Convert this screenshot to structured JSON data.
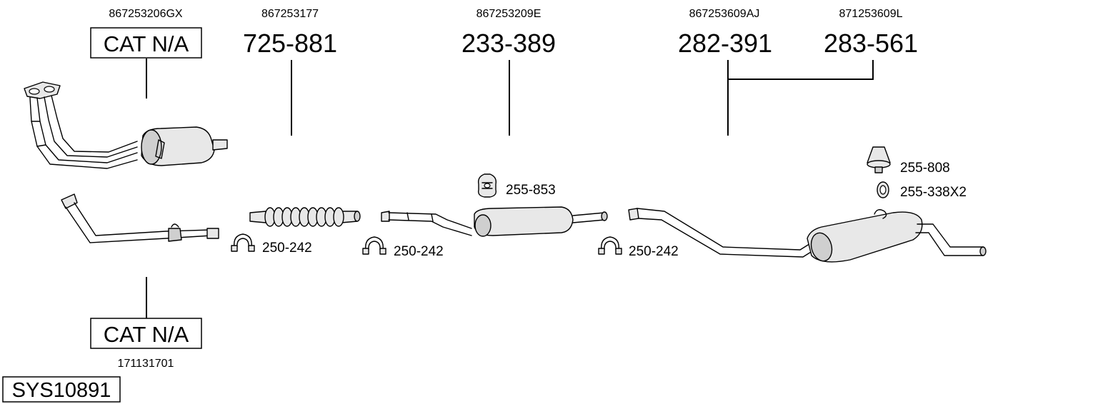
{
  "diagram": {
    "system_id": "SYS10891",
    "parts": {
      "manifold": {
        "oem": "867253206GX",
        "label": "CAT N/A"
      },
      "front_pipe": {
        "oem": "171131701",
        "label": "CAT N/A"
      },
      "flex_pipe": {
        "oem": "867253177",
        "number": "725-881"
      },
      "middle_silencer": {
        "oem": "867253209E",
        "number": "233-389"
      },
      "rear_silencer_a": {
        "oem": "867253609AJ",
        "number": "282-391"
      },
      "rear_silencer_b": {
        "oem": "871253609L",
        "number": "283-561"
      }
    },
    "fittings": {
      "clamp_1": "250-242",
      "clamp_2": "250-242",
      "clamp_3": "250-242",
      "hanger_middle": "255-853",
      "hanger_rear": "255-808",
      "ring_rear": "255-338X2"
    }
  }
}
